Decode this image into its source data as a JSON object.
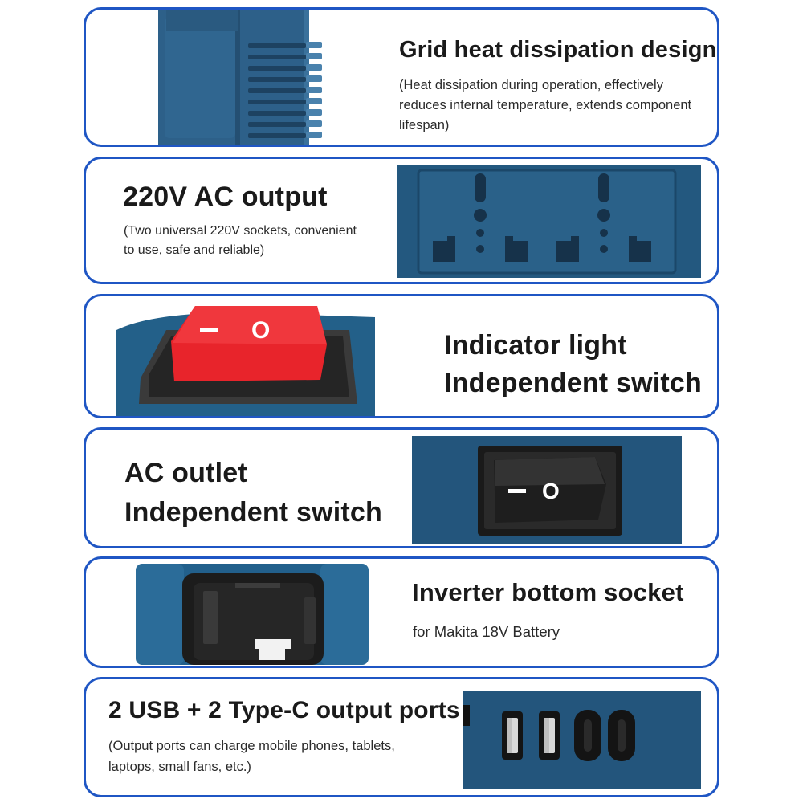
{
  "features": [
    {
      "title": "Grid heat dissipation design",
      "description": "(Heat dissipation during operation, effectively reduces internal temperature, extends component lifespan)"
    },
    {
      "title": "220V AC output",
      "description": "(Two universal 220V sockets, convenient to use, safe and reliable)"
    },
    {
      "title_line1": "Indicator light",
      "title_line2": "Independent switch",
      "switch_off_symbol": "O",
      "switch_on_symbol": "I"
    },
    {
      "title_line1": "AC outlet",
      "title_line2": "Independent switch",
      "switch_off_symbol": "O",
      "switch_on_symbol": "I"
    },
    {
      "title": "Inverter bottom socket",
      "description": "for Makita 18V Battery"
    },
    {
      "title": "2 USB + 2 Type-C output ports",
      "description": "(Output ports can charge mobile phones, tablets, laptops, small fans, etc.)"
    }
  ],
  "colors": {
    "card_border": "#1f56c4",
    "device_blue": "#265d86",
    "switch_red": "#e8242b",
    "switch_black": "#1e1e1e"
  }
}
